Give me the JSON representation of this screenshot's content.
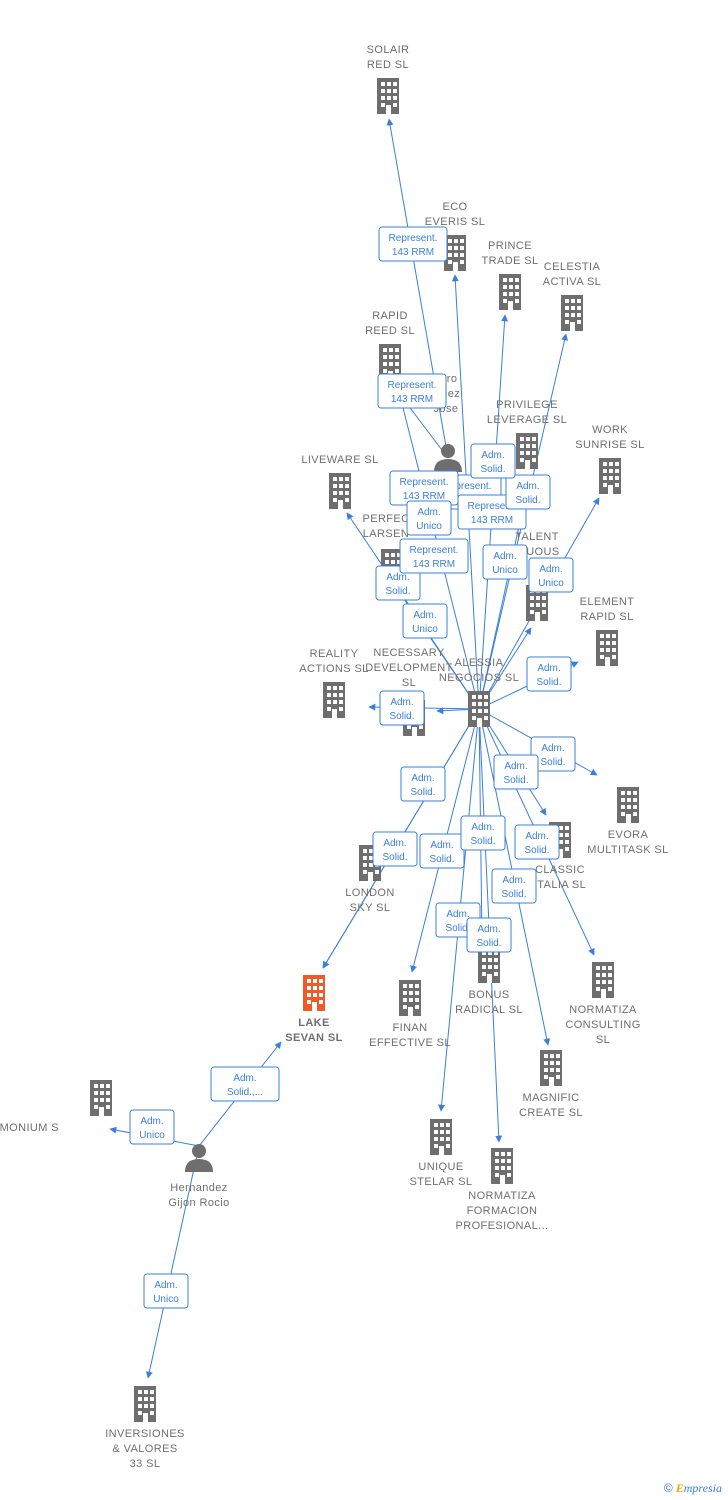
{
  "colors": {
    "accent": "#3b7fd9",
    "building": "#6e6e6e",
    "focus": "#f05a28",
    "person": "#6e6e6e",
    "label": "#6f6f6f"
  },
  "footer": {
    "copyright": "©",
    "brand_initial": "E",
    "brand_rest": "mpresia"
  },
  "nodes": [
    {
      "id": "solair",
      "type": "company",
      "lines": [
        "SOLAIR",
        "RED SL"
      ]
    },
    {
      "id": "eco",
      "type": "company",
      "lines": [
        "ECO",
        "EVERIS SL"
      ]
    },
    {
      "id": "prince",
      "type": "company",
      "lines": [
        "PRINCE",
        "TRADE SL"
      ]
    },
    {
      "id": "celestia",
      "type": "company",
      "lines": [
        "CELESTIA",
        "ACTIVA SL"
      ]
    },
    {
      "id": "rapid",
      "type": "company",
      "lines": [
        "RAPID",
        "REED SL"
      ]
    },
    {
      "id": "person2",
      "type": "person",
      "lines": [
        "llero",
        "iguez",
        "Jose"
      ]
    },
    {
      "id": "privilege",
      "type": "company",
      "lines": [
        "PRIVILEGE",
        "LEVERAGE SL"
      ]
    },
    {
      "id": "work",
      "type": "company",
      "lines": [
        "WORK",
        "SUNRISE SL"
      ]
    },
    {
      "id": "liveware",
      "type": "company",
      "lines": [
        "LIVEWARE SL"
      ]
    },
    {
      "id": "perfect",
      "type": "company",
      "lines": [
        "PERFEC",
        "LARSEN"
      ]
    },
    {
      "id": "talent",
      "type": "company",
      "lines": [
        "TALENT",
        "INUOUS"
      ]
    },
    {
      "id": "element",
      "type": "company",
      "lines": [
        "ELEMENT",
        "RAPID SL"
      ]
    },
    {
      "id": "reality",
      "type": "company",
      "lines": [
        "REALITY",
        "ACTIONS SL"
      ]
    },
    {
      "id": "necessary",
      "type": "company",
      "lines": [
        "NECESSARY",
        "DEVELOPMENT",
        "SL"
      ]
    },
    {
      "id": "alessia",
      "type": "company",
      "lines": [
        "ALESSIA",
        "NEGOCIOS SL"
      ]
    },
    {
      "id": "evora",
      "type": "company",
      "lines": [
        "EVORA",
        "MULTITASK SL"
      ]
    },
    {
      "id": "classic",
      "type": "company",
      "lines": [
        "CLASSIC",
        "ITALIA SL"
      ]
    },
    {
      "id": "london",
      "type": "company",
      "lines": [
        "LONDON",
        "SKY SL"
      ]
    },
    {
      "id": "lake",
      "type": "focus",
      "lines": [
        "LAKE",
        "SEVAN SL"
      ]
    },
    {
      "id": "finan",
      "type": "company",
      "lines": [
        "FINAN",
        "EFFECTIVE SL"
      ]
    },
    {
      "id": "bonus",
      "type": "company",
      "lines": [
        "BONUS",
        "RADICAL SL"
      ]
    },
    {
      "id": "normatiza_c",
      "type": "company",
      "lines": [
        "NORMATIZA",
        "CONSULTING",
        "SL"
      ]
    },
    {
      "id": "magnific",
      "type": "company",
      "lines": [
        "MAGNIFIC",
        "CREATE SL"
      ]
    },
    {
      "id": "unique",
      "type": "company",
      "lines": [
        "UNIQUE",
        "STELAR SL"
      ]
    },
    {
      "id": "normatiza_f",
      "type": "company",
      "lines": [
        "NORMATIZA",
        "FORMACION",
        "PROFESIONAL..."
      ]
    },
    {
      "id": "armonium",
      "type": "company",
      "lines": [
        "ARMONIUM S"
      ]
    },
    {
      "id": "hernandez",
      "type": "person",
      "lines": [
        "Hernandez",
        "Gijon Rocio"
      ]
    },
    {
      "id": "inversiones",
      "type": "company",
      "lines": [
        "INVERSIONES",
        "& VALORES",
        "33 SL"
      ]
    }
  ],
  "edges": [
    {
      "from": "person2",
      "to": "solair",
      "lines": [
        "Represent.",
        "143 RRM"
      ]
    },
    {
      "from": "person2",
      "to": "rapid",
      "lines": [
        "Represent.",
        "143 RRM"
      ]
    },
    {
      "from": "alessia",
      "to": "eco",
      "lines": [
        "Represent.",
        "143 RRM"
      ]
    },
    {
      "from": "alessia",
      "to": "prince",
      "lines": [
        "Represent.",
        "143 RRM"
      ]
    },
    {
      "from": "alessia",
      "to": "celestia",
      "lines": [
        "Adm.",
        "Solid."
      ]
    },
    {
      "from": "alessia",
      "to": "privilege",
      "lines": [
        "Adm.",
        "Solid."
      ]
    },
    {
      "from": "alessia",
      "to": "liveware",
      "lines": [
        "Represent.",
        "143 RRM"
      ]
    },
    {
      "from": "alessia",
      "to": "perfect",
      "lines": [
        "Adm.",
        "Unico"
      ]
    },
    {
      "from": "alessia",
      "to": "talent",
      "lines": [
        "Adm.",
        "Unico"
      ]
    },
    {
      "from": "alessia",
      "to": "work",
      "lines": [
        "Adm.",
        "Unico"
      ]
    },
    {
      "from": "alessia",
      "to": "element",
      "lines": [
        "Adm.",
        "Solid."
      ]
    },
    {
      "from": "alessia",
      "to": "necessary",
      "lines": [
        "Adm.",
        "Solid."
      ]
    },
    {
      "from": "alessia",
      "to": "reality",
      "lines": [
        "Adm.",
        "Solid."
      ]
    },
    {
      "from": "alessia",
      "to": "evora",
      "lines": [
        "Adm.",
        "Solid."
      ]
    },
    {
      "from": "alessia",
      "to": "classic",
      "lines": [
        "Adm.",
        "Solid."
      ]
    },
    {
      "from": "alessia",
      "to": "london",
      "lines": [
        "Adm.",
        "Solid."
      ]
    },
    {
      "from": "alessia",
      "to": "lake",
      "lines": [
        "Adm.",
        "Solid."
      ]
    },
    {
      "from": "alessia",
      "to": "finan",
      "lines": [
        "Adm.",
        "Solid."
      ]
    },
    {
      "from": "alessia",
      "to": "bonus",
      "lines": [
        "Adm.",
        "Solid."
      ]
    },
    {
      "from": "alessia",
      "to": "normatiza_c",
      "lines": [
        "Adm.",
        "Solid."
      ]
    },
    {
      "from": "alessia",
      "to": "magnific",
      "lines": [
        "Adm.",
        "Solid."
      ]
    },
    {
      "from": "alessia",
      "to": "unique",
      "lines": [
        "Adm.",
        "Solid."
      ]
    },
    {
      "from": "alessia",
      "to": "normatiza_f",
      "lines": [
        "Adm.",
        "Solid."
      ]
    },
    {
      "from": "alessia",
      "to": "rapid",
      "lines": [
        "Represent.",
        "143 RRM"
      ]
    },
    {
      "from": "alessia",
      "to": "perfect",
      "lines": [
        "Adm.",
        "Unico"
      ]
    },
    {
      "from": "hernandez",
      "to": "lake",
      "lines": [
        "Adm.",
        "Solid.,..."
      ]
    },
    {
      "from": "hernandez",
      "to": "armonium",
      "lines": [
        "Adm.",
        "Unico"
      ]
    },
    {
      "from": "hernandez",
      "to": "inversiones",
      "lines": [
        "Adm.",
        "Unico"
      ]
    }
  ]
}
